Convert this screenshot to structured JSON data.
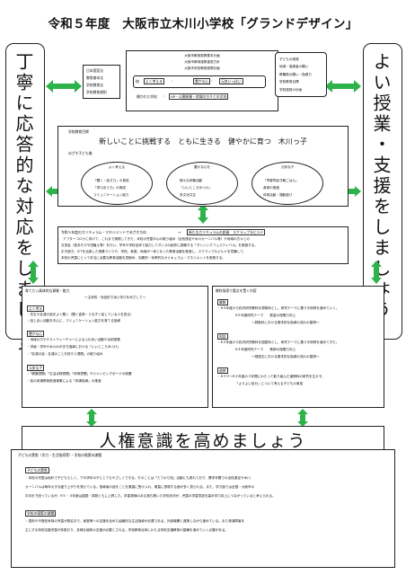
{
  "title": "令和５年度　大阪市立木川小学校「グランドデザイン」",
  "left_banner": "丁寧に応答的な対応をしましょう",
  "right_banner": "よい授業・支援をしましょう",
  "left_top_list": [
    "日本国憲法",
    "教育基本法",
    "学校教育法",
    "学校教育規則"
  ],
  "center_top": {
    "lines": [
      "大阪市教育振興基本計画",
      "大阪市教育施策運営方針",
      "大阪市学校教育振興計画"
    ],
    "goal_prefix": "校",
    "goal_items": [
      "よく考える",
      "豊かな心",
      "元気いっぱい"
    ],
    "school_label": "開かれた学校",
    "school_value": "HP・公開授業・地域の方々との交流"
  },
  "right_top_list": [
    "子どもの実態",
    "地域・保護者の願い",
    "教職員の願い・指導力",
    "学校教育目標",
    "学校運営の計画"
  ],
  "goal_box": {
    "label": "学校教育目標",
    "goal": "新しいことに挑戦する　ともに生きる　健やかに育つ　木川っ子",
    "child_label": "めざす子ども像",
    "ovals": [
      {
        "label": "よく考える",
        "items": [
          "「聞く・話す力」の育成",
          "「学び合う力」の育成",
          "コミュニケーション能力"
        ]
      },
      {
        "label": "豊かな心を",
        "items": [
          "様々な体験活動",
          "「いいところみつけ」",
          "多文化共生"
        ]
      },
      {
        "label": "元気な子",
        "items": [
          "「早寝早起き朝ごはん」",
          "食育の推進",
          "体育活動・運動遊び"
        ]
      }
    ]
  },
  "curriculum": {
    "heading": "令和５年度のカリキュラム・マネジメントでめざす方向",
    "arrow": "→",
    "highlight": "新たなカリキュラムの創造　スクラップ＆ビルド",
    "lines": [
      "アフターコロナに向けて、これまで実践してきた、本校の児童中心の取り組み（全校遠足や木川カーニバル等）や地域の方々との",
      "交流会（昔あそびや田植え等）を行い、学年や学校全体で協力してダンスの創作に挑戦する「ダンシングフェスティバル」を実施する。",
      "引き続き、ICTを活用した授業づくりや、学校、家庭、地域が一体となった教育活動を推進し、スクラップ＆ビルドを意識して、",
      "本校の児童にとって本当に必要な教育活動を見極め、効果的・効率的なカリキュラム・マネジメントを実施する。"
    ]
  },
  "abilities": {
    "heading": "育てたい具体的な資質・能力",
    "subheading": "～主体的・対話的で深い学びをめざして～",
    "sections": [
      {
        "label": "よく考る",
        "items": [
          "・先生や友達の話をよく聞く（聞く姿勢・うなずく話している人を見る）",
          "・話し合い活動を中心に、コミュニケーション能力を育てる指導"
        ]
      },
      {
        "label": "豊かな心",
        "items": [
          "・地域の方やゲストティーチャーによるふれあい活動や出前授業",
          "・学級・学年や木川わがまち指導における「いいところみつけ」",
          "・「友達の話・友達のことを知ろう週間」の取り組み"
        ]
      },
      {
        "label": "元気な子",
        "items": [
          "・「健康週間」「生活点検週間」「体育週間」やジャンピングボードの設置",
          "・拡の体操教育推進事業による「体操指導」の推進"
        ]
      }
    ]
  },
  "research": {
    "heading": "教科指導で重点を置く内容",
    "sections": [
      {
        "label": "算数",
        "items": [
          "・R５年度から校内研究教科を算数科とし、研究テーマに基づき研修を進めていく。",
          "R５年度研究テーマ　　数量の授業力向上",
          "～算数科における基本的な指導の流れの習得～"
        ]
      },
      {
        "label": "国語",
        "items": [
          "・R２年度から校内研究教科を国語科とし、研究テーマに基づき研修を進めてきた。",
          "R４年度研究テーマ　　教師の授業力向上",
          "～物語文における基本的な指導の流れの習得～"
        ]
      },
      {
        "label": "道徳",
        "items": [
          "・H３０～R２年度の３年間にわたって取り組んだ道徳科の研究を生かす。",
          "「よりよい自分」について考える子どもの育成"
        ]
      }
    ]
  },
  "human_rights": "人権意識を高めましょう",
  "bottom": {
    "heading": "子どもの実態（学力・生活指導等）・学校の喫緊の課題",
    "sections": [
      {
        "label": "子どもの実態",
        "lines": [
          "・本校の児童は純朴で子どもらしく、下の学年の子にとてもやさしくできる。そのことは「たてわり班」活動にも表れており、異学年間での全校遠足や木川",
          "カーニバルは毎年大きな盛り上がりを見せている。指導者の話をことを素直に受け入れ、素直に表現する面が多く見られる。また、学力面では全国・大阪市の",
          "平均を下回っているが、R５・４年度は国語・算数ともに上昇した。学習規律のある落ち着いた学校状況が、児童の学習意欲を高め学力向上につながっていると考えられる。"
        ]
      },
      {
        "label": "学校の喫緊の課題",
        "lines": [
          "・週刻や不登校気味の児童が数名おり、家庭等への支援を含めた組織的な生活指導が必要である。外部機関と連携しながら進めている。また発達障害を",
          "主とする特別支援児童が多数おり、多様な個別の支援が必要とされる。学校教育全体にわたる特別支援教育の整備を進めていく必要がある。"
        ]
      }
    ]
  },
  "colors": {
    "arrow_green": "#2db34a",
    "border": "#222222"
  }
}
